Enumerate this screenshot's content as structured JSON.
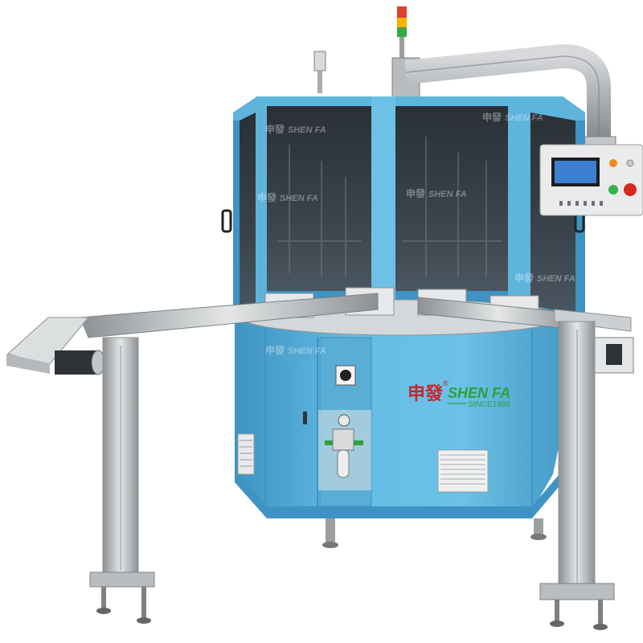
{
  "image": {
    "subject": "rotary-screen-printing-machine",
    "background": "#ffffff"
  },
  "brand": {
    "chinese_name": "申發",
    "name": "SHEN FA",
    "registered_mark": "®",
    "tagline": "SINCE1996",
    "color_chinese": "#c8242a",
    "color_name": "#2e9e3e",
    "color_tagline": "#2e9e3e"
  },
  "colors": {
    "body_blue": "#5fb4dc",
    "body_blue_dark": "#3e93c2",
    "glass": "#2b3238",
    "steel": "#c9ccce",
    "steel_dark": "#8d9194",
    "screen": "#3d7fd0"
  },
  "stack_light": [
    "#e04030",
    "#f4b400",
    "#3aa845"
  ],
  "control_panel": {
    "screen_color": "#3d7fd0",
    "buttons": [
      {
        "name": "orange",
        "color": "#f08a1c"
      },
      {
        "name": "green",
        "color": "#35b34a"
      },
      {
        "name": "emergency-stop",
        "color": "#d42a1e"
      }
    ]
  },
  "watermarks": [
    {
      "chinese": "申發",
      "text": "SHEN FA"
    },
    {
      "chinese": "申發",
      "text": "SHEN FA"
    },
    {
      "chinese": "申發",
      "text": "SHEN FA"
    },
    {
      "chinese": "申發",
      "text": "SHEN FA"
    },
    {
      "chinese": "申發",
      "text": "SHEN FA"
    },
    {
      "chinese": "申發",
      "text": "SHEN FA"
    }
  ]
}
